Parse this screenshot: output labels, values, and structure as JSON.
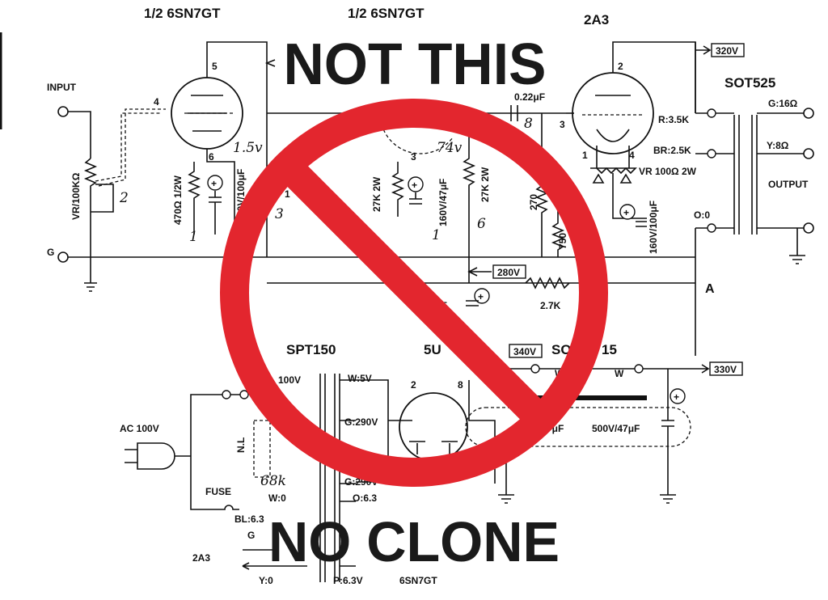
{
  "tubes": {
    "v1a": "1/2  6SN7GT",
    "v1b": "1/2  6SN7GT",
    "out": "2A3",
    "rect": "5U",
    "heater_note_tube": "6SN7GT",
    "heater_note_out": "2A3"
  },
  "transformers": {
    "output": "SOT525",
    "power": "SPT150",
    "choke": "SO",
    "choke_value": "15"
  },
  "labels": {
    "input": "INPUT",
    "ground": "G",
    "output": "OUTPUT",
    "node_a": "A",
    "ac": "AC 100V",
    "fuse": "FUSE",
    "nl": "N.L"
  },
  "voltage_tags": [
    "320V",
    "280V",
    "340V",
    "330V"
  ],
  "components": {
    "vr_input": "VR/100KΩ",
    "r_cathode1": "470Ω 1/2W",
    "c_cathode1": "10V/100μF",
    "r1": "27K 2W",
    "c_cathode2": "160V/47μF",
    "r2": "27K 2W",
    "r_grid": "270",
    "r_750": "750",
    "coupling_cap": "0.22μF",
    "vr_hum": "VR  100Ω  2W",
    "c_out": "160V/100μF",
    "r_drop": "2.7K",
    "c_35": "35",
    "c_filter1": "/47μF",
    "c_filter2": "500V/47μF"
  },
  "ot_taps": {
    "primary_r": "R:3.5K",
    "primary_br": "BR:2.5K",
    "sec_g": "G:16Ω",
    "sec_y": "Y:8Ω",
    "sec_o": "O:0"
  },
  "pt_taps": {
    "w5v": "W:5V",
    "g290a": "G:290V",
    "g290b": "G:290V",
    "o63": "O:6.3",
    "w0": "W:0",
    "bl": "BL:6.3",
    "p63": "P:6.3V",
    "y0": "Y:0",
    "s100": "100V",
    "w_left": "W",
    "w_right": "W"
  },
  "pins": {
    "v1_plate": "5",
    "v1_grid": "4",
    "v1_cathode": "6",
    "v2_grid": "1",
    "v2_cathode": "3",
    "out_plate": "2",
    "out_grid": "3",
    "out_f1": "1",
    "out_f4": "4",
    "rect_2": "2",
    "rect_8": "8"
  },
  "handwritten": {
    "h1": "1.5v",
    "h2": "74v",
    "h3": "2",
    "h4": "1",
    "h5": "3",
    "h6": "6",
    "h7": "1",
    "h8": "8",
    "h9": "68k"
  },
  "overlay": {
    "top_text": "NOT THIS",
    "bottom_text": "NO CLONE",
    "sign_color": "#e3262e",
    "text_color": "#1a1a1a"
  }
}
